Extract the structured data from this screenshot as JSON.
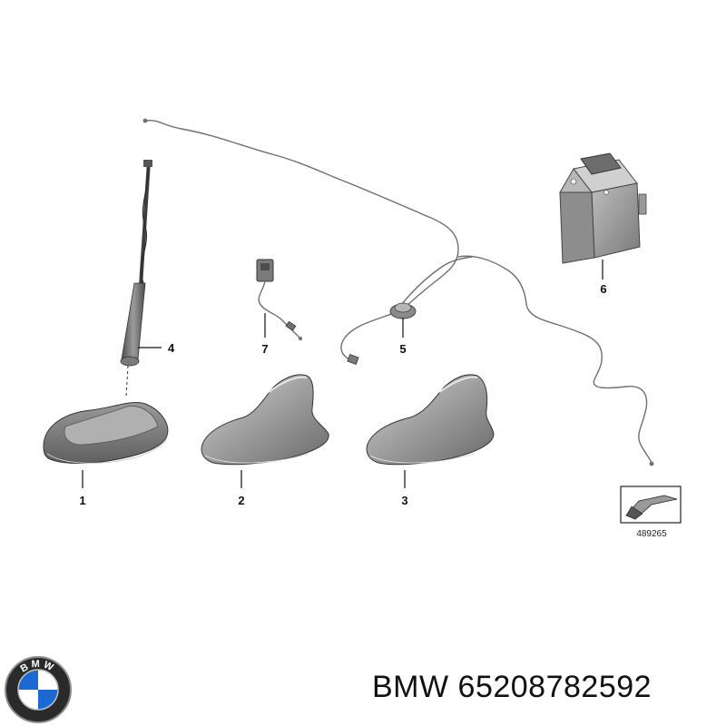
{
  "diagram": {
    "callouts": {
      "antenna_base": "1",
      "shark_fin_a": "2",
      "shark_fin_b": "3",
      "rod_antenna": "4",
      "grommet": "5",
      "control_unit": "6",
      "connector_lead": "7"
    },
    "reference_number": "489265"
  },
  "footer": {
    "brand": "BMW",
    "part_number": "65208782592",
    "logo_letters": "BMW"
  },
  "colors": {
    "bmw_blue": "#1c69d4",
    "part_gray": "#8a8a8a"
  }
}
